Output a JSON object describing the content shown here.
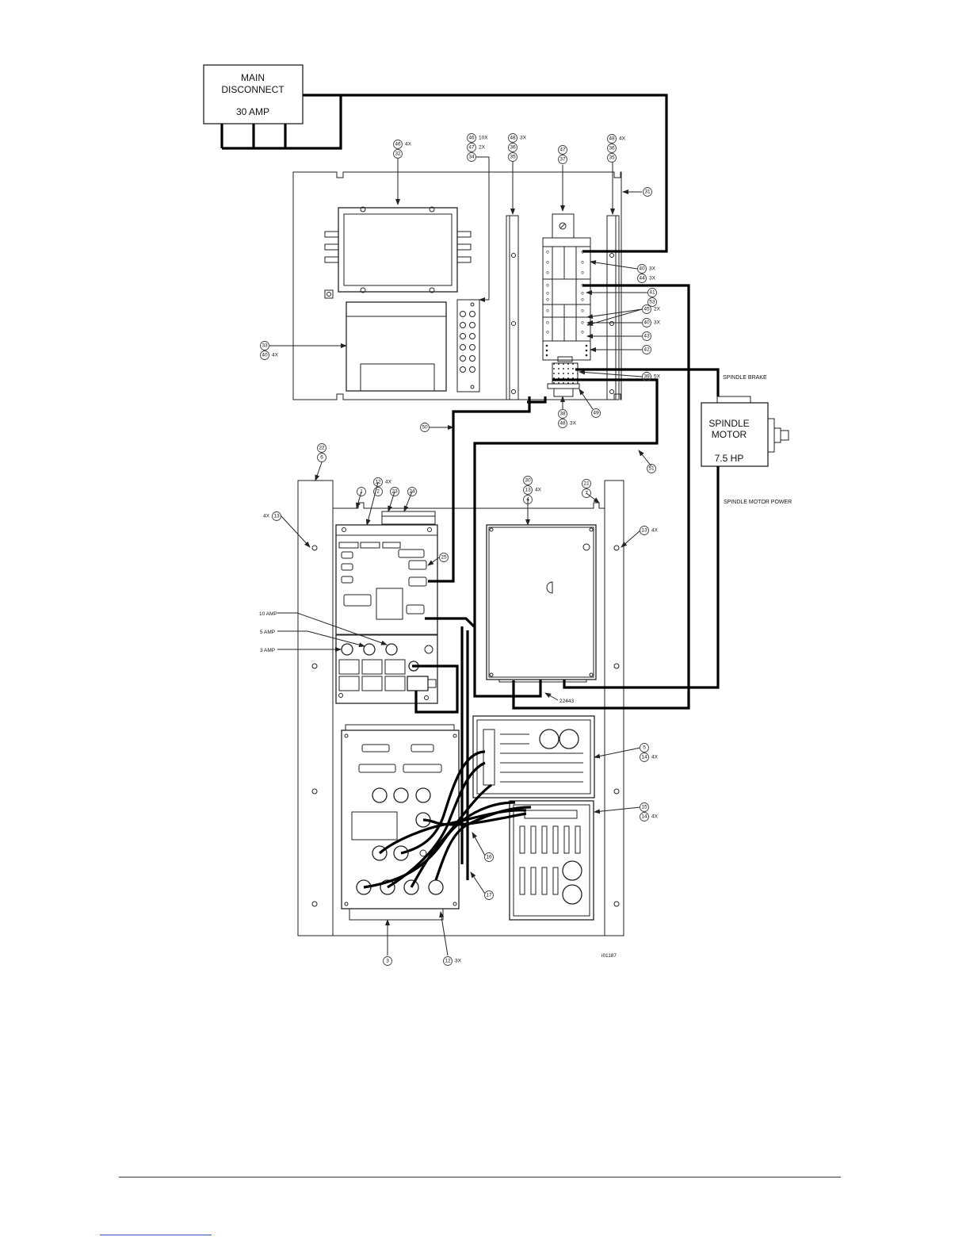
{
  "labels": {
    "disconnect_line1": "MAIN",
    "disconnect_line2": "DISCONNECT",
    "disconnect_line3": "30 AMP",
    "motor_line1": "SPINDLE",
    "motor_line2": "MOTOR",
    "motor_line3": "7.5 HP",
    "spindle_brake": "SPINDLE BRAKE",
    "spindle_motor_power": "SPINDLE MOTOR POWER",
    "fuse_10": "10 AMP",
    "fuse_5": "5 AMP",
    "fuse_3": "3 AMP",
    "part_22443": "22443",
    "drawing_id": "i01187"
  },
  "callouts": {
    "c46a": "46",
    "c4x_a": "4X",
    "c32": "32",
    "c46b": "46",
    "c10x": "10X",
    "c47a": "47",
    "c2x_a": "2X",
    "c34": "34",
    "c48a": "48",
    "c3x_a": "3X",
    "c36a": "36",
    "c35a": "35",
    "c47b": "47",
    "c37": "37",
    "c48b": "48",
    "c4x_b": "4X",
    "c36b": "36",
    "c35b": "35",
    "c31": "31",
    "c40a": "40",
    "c3x_b": "3X",
    "c44": "44",
    "c3x_c": "3X",
    "c41": "41",
    "c53": "53",
    "c45": "45",
    "c2x_b": "2X",
    "c40b": "40",
    "c3x_d": "3X",
    "c43": "43",
    "c42": "42",
    "c39": "39",
    "c5x": "5X",
    "c33": "33",
    "c40c": "40",
    "c4x_c": "4X",
    "c38": "38",
    "c48c": "48",
    "c3x_e": "3X",
    "c49": "49",
    "c50": "50",
    "c51": "51",
    "c22": "22",
    "c6": "6",
    "c12a": "12",
    "c4x_d": "4X",
    "c1": "1",
    "c2": "2",
    "c23": "23",
    "c24": "24",
    "c30": "30",
    "c13a": "13",
    "c4x_e": "4X",
    "c4": "4",
    "c21": "21",
    "c7": "7",
    "c4x_f": "4X",
    "c13b": "13",
    "c13c": "13",
    "c4x_g": "4X",
    "c25": "25",
    "c5": "5",
    "c14a": "14",
    "c4x_h": "4X",
    "c15": "15",
    "c14b": "14",
    "c4x_i": "4X",
    "c16": "16",
    "c17": "17",
    "c3": "3",
    "c12b": "12",
    "c3x_f": "3X"
  },
  "breaker_glyph": "o"
}
